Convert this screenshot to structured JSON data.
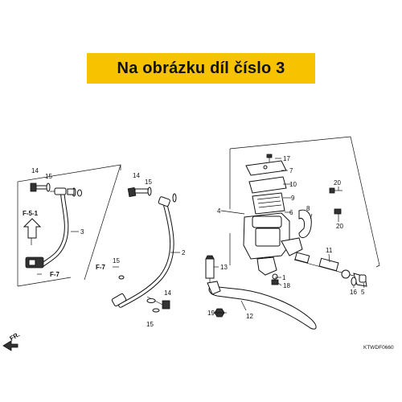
{
  "banner": {
    "text": "Na obrázku díl číslo 3",
    "color": "#f7c300"
  },
  "diagram": {
    "code": "KTWDF0660",
    "front_label": "FR.",
    "callouts": {
      "c14a": "14",
      "c15a": "15",
      "c14b": "14",
      "c15b": "15",
      "c3": "3",
      "c2": "2",
      "c15c": "15",
      "c14c": "14",
      "c15d": "15",
      "c4": "4",
      "c17": "17",
      "c7": "7",
      "c10": "10",
      "c9": "9",
      "c6": "6",
      "c8": "8",
      "c13": "13",
      "c1": "1",
      "c18": "18",
      "c11": "11",
      "c20a": "20",
      "c20b": "20",
      "c16": "16",
      "c5": "5",
      "c12": "12",
      "c19": "19"
    },
    "refs": {
      "f51": "F-5-1",
      "f7a": "F-7",
      "f7b": "F-7"
    },
    "highlighted_part": "3"
  }
}
